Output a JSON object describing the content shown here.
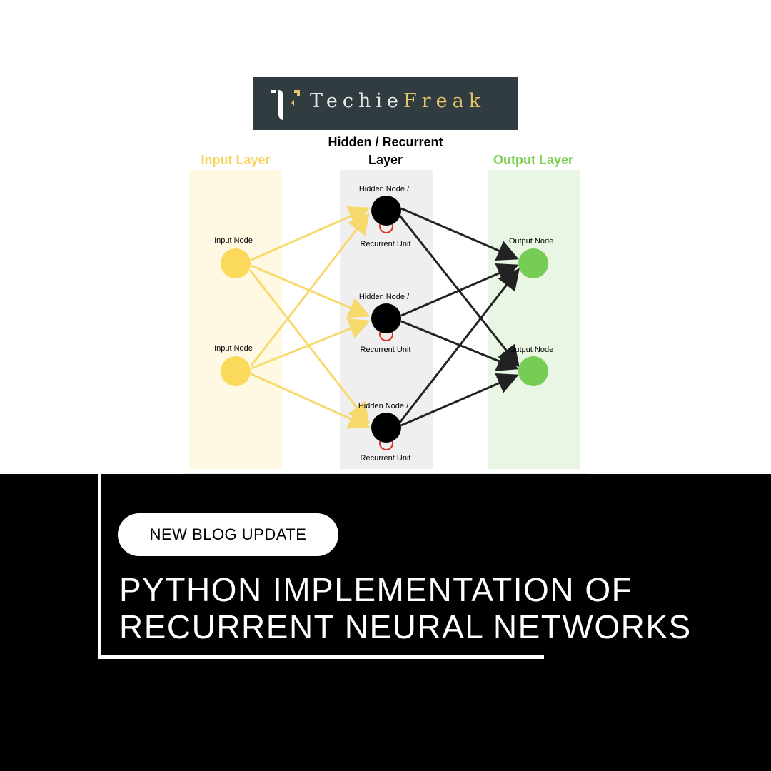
{
  "logo": {
    "text_part1": "Techie",
    "text_part2": "Freak"
  },
  "diagram": {
    "input_layer_title": "Input Layer",
    "hidden_layer_title_line1": "Hidden / Recurrent",
    "hidden_layer_title_line2": "Layer",
    "output_layer_title": "Output Layer",
    "input_node_label": "Input Node",
    "hidden_node_label": "Hidden Node /",
    "recurrent_unit_label": "Recurrent Unit",
    "output_node_label": "Output Node",
    "colors": {
      "input": "#fbd95a",
      "hidden": "#000000",
      "output": "#77cc55",
      "loop": "#e03020"
    }
  },
  "badge": {
    "label": "NEW BLOG UPDATE"
  },
  "headline": {
    "line1": "PYTHON IMPLEMENTATION OF",
    "line2": "RECURRENT NEURAL NETWORKS"
  }
}
